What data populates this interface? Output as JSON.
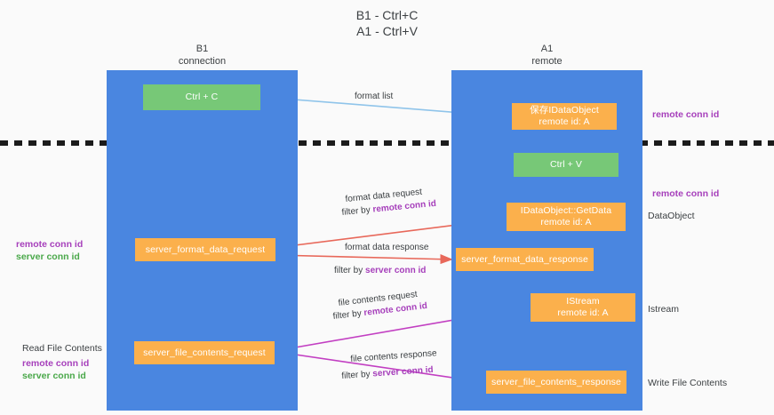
{
  "title": "B1 - Ctrl+C\nA1 - Ctrl+V",
  "colors": {
    "lane": "#4a86e0",
    "green_box": "#77c877",
    "orange_box": "#fbb04c",
    "remote_conn_id": "#a63fbb",
    "server_conn_id": "#4aa84a",
    "format_arrow": "#8fc4ea",
    "data_arrow": "#e8685a",
    "file_arrow": "#c23fc2",
    "flow_arrow": "#1b1b1b",
    "divider": "#1b1b1b",
    "background": "#fafafa"
  },
  "columns": [
    {
      "id": "b1",
      "name": "B1",
      "sub": "connection",
      "label": "B1\nconnection"
    },
    {
      "id": "a1",
      "name": "A1",
      "sub": "remote",
      "label": "A1\nremote"
    }
  ],
  "boxes": [
    {
      "id": "ctrl-c",
      "label": "Ctrl + C",
      "kind": "green",
      "lane": "b1"
    },
    {
      "id": "dataobject",
      "label": "保存IDataObject\nremote id: A",
      "kind": "orange",
      "lane": "a1"
    },
    {
      "id": "ctrl-v",
      "label": "Ctrl + V",
      "kind": "green",
      "lane": "a1"
    },
    {
      "id": "getdata",
      "label": "IDataObject::GetData\nremote id: A",
      "kind": "orange",
      "lane": "a1"
    },
    {
      "id": "server-format-data-request",
      "label": "server_format_data_request",
      "kind": "orange",
      "lane": "b1"
    },
    {
      "id": "server-format-data-response",
      "label": "server_format_data_response",
      "kind": "orange",
      "lane": "a1"
    },
    {
      "id": "istream",
      "label": "IStream\nremote id: A",
      "kind": "orange",
      "lane": "a1"
    },
    {
      "id": "server-file-contents-request",
      "label": "server_file_contents_request",
      "kind": "orange",
      "lane": "b1"
    },
    {
      "id": "server-file-contents-response",
      "label": "server_file_contents_response",
      "kind": "orange",
      "lane": "a1"
    }
  ],
  "edges": [
    {
      "id": "format-list",
      "label": "format list",
      "filter": null,
      "color": "#8fc4ea"
    },
    {
      "id": "format-data-request",
      "label": "format data request",
      "filter": "remote conn id",
      "filter_prefix": "filter by ",
      "color": "#e8685a"
    },
    {
      "id": "format-data-response",
      "label": "format data response",
      "filter": "server conn id",
      "filter_prefix": "filter by ",
      "color": "#e8685a"
    },
    {
      "id": "file-contents-request",
      "label": "file contents request",
      "filter": "remote conn id",
      "filter_prefix": "filter by ",
      "color": "#c23fc2"
    },
    {
      "id": "file-contents-response",
      "label": "file contents response",
      "filter": "server conn id",
      "filter_prefix": "filter by ",
      "color": "#c23fc2"
    }
  ],
  "edge_labels": {
    "format_list": "format list",
    "format_data_request": "format data request",
    "format_data_response": "format data response",
    "file_contents_request": "file contents request",
    "file_contents_response": "file contents response",
    "filter_by": "filter by ",
    "remote_conn_id": "remote conn id",
    "server_conn_id": "server conn id"
  },
  "annotations": {
    "right": [
      {
        "id": "remote-conn-id-top",
        "text": "remote conn id",
        "style": "purple"
      },
      {
        "id": "remote-conn-id-middle",
        "text": "remote conn id",
        "style": "purple"
      },
      {
        "id": "dataobject",
        "text": "DataObject",
        "style": "plain"
      },
      {
        "id": "istream",
        "text": "Istream",
        "style": "plain"
      },
      {
        "id": "write-file-contents",
        "text": "Write File Contents",
        "style": "plain"
      }
    ],
    "left": [
      {
        "id": "remote-conn-id-1",
        "text": "remote conn id",
        "style": "purple"
      },
      {
        "id": "server-conn-id-1",
        "text": "server conn id",
        "style": "green"
      },
      {
        "id": "read-file-contents",
        "text": "Read File Contents",
        "style": "plain"
      },
      {
        "id": "remote-conn-id-2",
        "text": "remote conn id",
        "style": "purple"
      },
      {
        "id": "server-conn-id-2",
        "text": "server conn id",
        "style": "green"
      }
    ]
  }
}
